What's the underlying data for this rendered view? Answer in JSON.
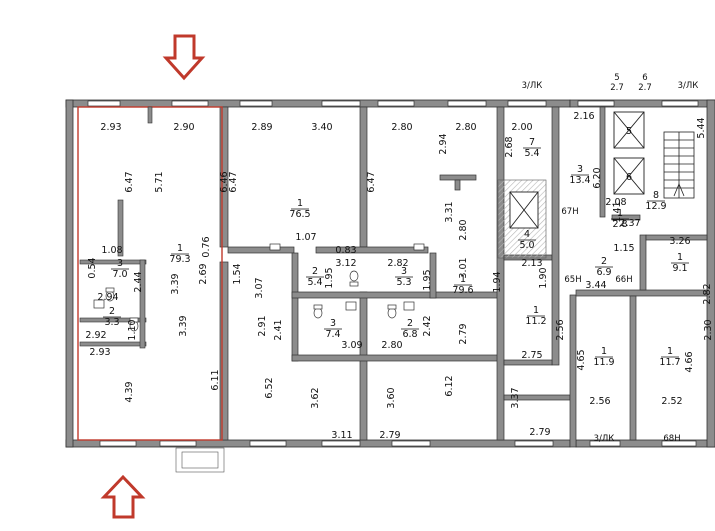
{
  "colors": {
    "wall": "#3a3a3a",
    "wall_fill": "#9a9a9a",
    "highlight": "#c0392b",
    "arrow": "#c0392b",
    "hatch": "#bdbdbd"
  },
  "icons": [
    "entrance-arrow-icon",
    "elevator-icon",
    "staircase-icon",
    "toilet-icon",
    "sink-icon"
  ],
  "top_dims": [
    "2.93",
    "2.90",
    "2.89",
    "3.40",
    "2.80",
    "2.80",
    "2.68",
    "2.00",
    "2.16",
    "5.44"
  ],
  "vertical_dims": [
    "6.47",
    "5.71",
    "6.46",
    "6.47",
    "6.47",
    "2.94",
    "3.31",
    "2.80",
    "6.20",
    "1.41",
    "2.69",
    "0.76",
    "1.54",
    "3.07",
    "0.54",
    "2.44",
    "3.39",
    "3.39",
    "1.10",
    "1.95",
    "1.95",
    "3.01",
    "1.94",
    "1.90",
    "2.56",
    "2.82",
    "2.41",
    "2.42",
    "2.79",
    "6.52",
    "2.91",
    "3.62",
    "3.60",
    "6.12",
    "3.37",
    "4.39",
    "6.11",
    "4.65",
    "4.66",
    "2.30"
  ],
  "other_dims": [
    "1.08",
    "2.94",
    "2.92",
    "2.93",
    "1.07",
    "0.83",
    "3.12",
    "2.82",
    "2.13",
    "2.08",
    "2.37",
    "3.26",
    "1.15",
    "3.44",
    "3.09",
    "2.80",
    "2.75",
    "3.11",
    "2.79",
    "2.79",
    "2.56",
    "2.52"
  ],
  "rooms": [
    {
      "num": "1",
      "area": "79.3"
    },
    {
      "num": "1",
      "area": "76.5"
    },
    {
      "num": "1",
      "area": "79.6"
    },
    {
      "num": "2",
      "area": "5.4"
    },
    {
      "num": "3",
      "area": "5.3"
    },
    {
      "num": "3",
      "area": "7.4"
    },
    {
      "num": "2",
      "area": "6.8"
    },
    {
      "num": "3",
      "area": "7.0"
    },
    {
      "num": "2",
      "area": "3.3"
    },
    {
      "num": "1",
      "area": "11.2"
    },
    {
      "num": "7",
      "area": "5.4"
    },
    {
      "num": "3",
      "area": "13.4"
    },
    {
      "num": "1",
      "area": "2.8"
    },
    {
      "num": "8",
      "area": "12.9"
    },
    {
      "num": "4",
      "area": "5.0"
    },
    {
      "num": "2",
      "area": "6.9"
    },
    {
      "num": "1",
      "area": "9.1"
    },
    {
      "num": "1",
      "area": "11.9"
    },
    {
      "num": "1",
      "area": "11.7"
    }
  ],
  "shaft_numbers": [
    "5",
    "6"
  ],
  "labels": [
    "3/ЛК",
    "3/ЛК",
    "3/ЛК",
    "67Н",
    "65Н",
    "66Н",
    "68Н"
  ],
  "stair_levels": [
    {
      "num": "5",
      "level": "2.7"
    },
    {
      "num": "6",
      "level": "2.7"
    }
  ]
}
